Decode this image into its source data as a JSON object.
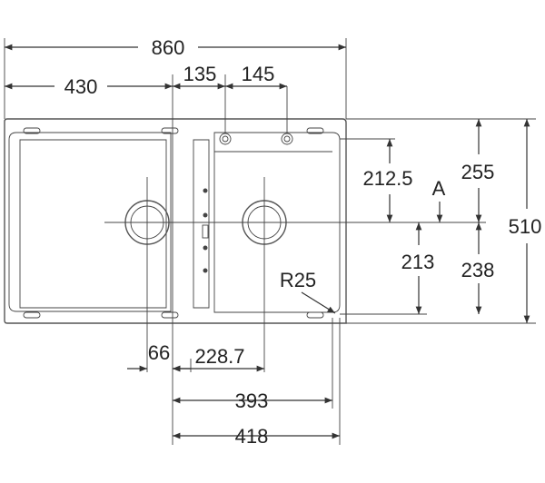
{
  "dimensions": {
    "overall_width": "860",
    "left_offset": "430",
    "tap_hole_1": "135",
    "tap_hole_2": "145",
    "depth_to_center": "212.5",
    "datum": "A",
    "top_to_center": "255",
    "overall_depth": "510",
    "center_to_edge": "213",
    "bottom_to_center": "238",
    "corner_radius": "R25",
    "drain_offset": "66",
    "drain_spacing": "228.7",
    "width_393": "393",
    "width_418": "418"
  },
  "colors": {
    "line": "#333333",
    "outline": "#555555",
    "text": "#222222"
  }
}
